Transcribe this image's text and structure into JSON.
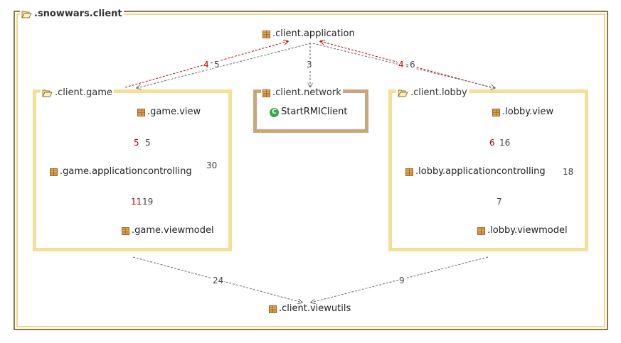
{
  "root_package": {
    "title": ".snowwars.client",
    "icon": "folder-open-icon"
  },
  "packages": {
    "application": {
      "label": ".client.application",
      "icon": "package-icon"
    },
    "viewutils": {
      "label": ".client.viewutils",
      "icon": "package-icon"
    },
    "network": {
      "title": ".client.network",
      "icon": "package-icon",
      "classes": [
        {
          "label": "StartRMIClient",
          "icon": "class-icon",
          "glyph": "C"
        }
      ]
    },
    "game": {
      "title": ".client.game",
      "icon": "folder-open-icon",
      "nodes": {
        "view": ".game.view",
        "applicationcontrolling": ".game.applicationcontrolling",
        "viewmodel": ".game.viewmodel"
      }
    },
    "lobby": {
      "title": ".client.lobby",
      "icon": "folder-open-icon",
      "nodes": {
        "view": ".lobby.view",
        "applicationcontrolling": ".lobby.applicationcontrolling",
        "viewmodel": ".lobby.viewmodel"
      }
    }
  },
  "edges": [
    {
      "from": "client.game",
      "to": "client.application",
      "count": "4",
      "style": "red"
    },
    {
      "from": "client.application",
      "to": "client.game",
      "count": "5",
      "style": "gray"
    },
    {
      "from": "client.application",
      "to": "client.network",
      "count": "3",
      "style": "gray"
    },
    {
      "from": "client.lobby",
      "to": "client.application",
      "count": "4",
      "style": "red"
    },
    {
      "from": "client.application",
      "to": "client.lobby",
      "count": "6",
      "style": "gray"
    },
    {
      "from": "game.applicationcontrolling",
      "to": "game.view",
      "count": "5",
      "style": "red"
    },
    {
      "from": "game.view",
      "to": "game.applicationcontrolling",
      "count": "5",
      "style": "gray"
    },
    {
      "from": "game.view",
      "to": "game.viewmodel",
      "count": "30",
      "style": "gray"
    },
    {
      "from": "game.viewmodel",
      "to": "game.applicationcontrolling",
      "count": "11",
      "style": "red"
    },
    {
      "from": "game.applicationcontrolling",
      "to": "game.viewmodel",
      "count": "19",
      "style": "gray"
    },
    {
      "from": "lobby.applicationcontrolling",
      "to": "lobby.view",
      "count": "6",
      "style": "red"
    },
    {
      "from": "lobby.view",
      "to": "lobby.applicationcontrolling",
      "count": "16",
      "style": "gray"
    },
    {
      "from": "lobby.view",
      "to": "lobby.viewmodel",
      "count": "18",
      "style": "gray"
    },
    {
      "from": "lobby.applicationcontrolling",
      "to": "lobby.viewmodel",
      "count": "7",
      "style": "gray"
    },
    {
      "from": "client.game",
      "to": "client.viewutils",
      "count": "24",
      "style": "gray"
    },
    {
      "from": "client.lobby",
      "to": "client.viewutils",
      "count": "9",
      "style": "gray"
    }
  ],
  "colors": {
    "frame_outer": "#8a7a4a",
    "frame_inner": "#f0d78a",
    "package_box": "#f5df97",
    "network_box": "#c9a77a",
    "red_edge": "#c00000",
    "gray_edge": "#666666",
    "class_icon": "#3aa648"
  }
}
